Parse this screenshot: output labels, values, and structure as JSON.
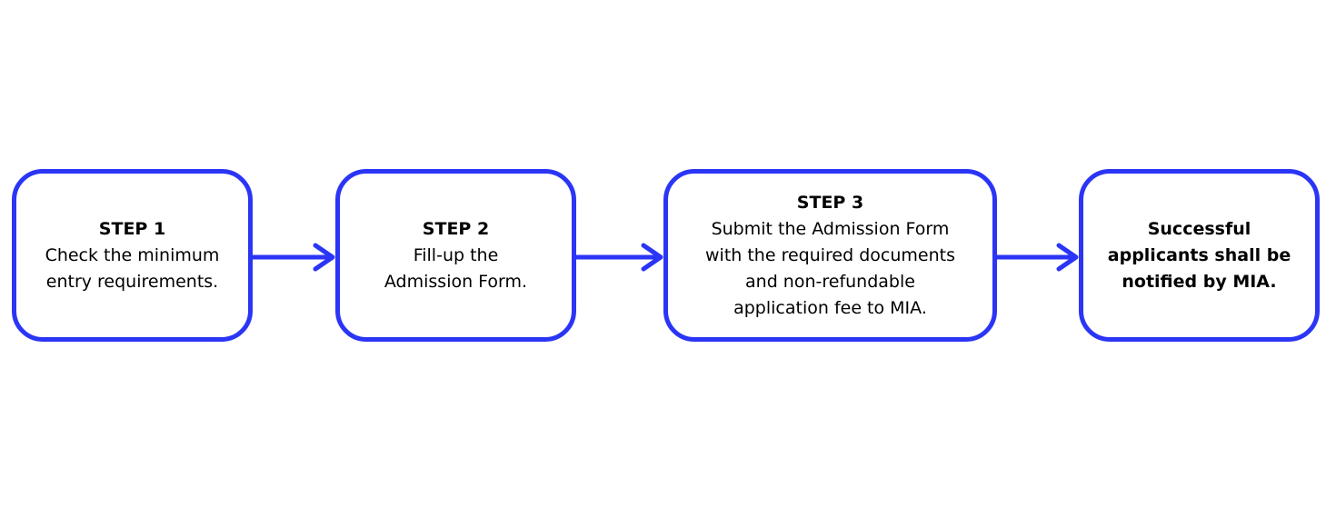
{
  "steps": [
    {
      "title": "STEP 1",
      "text": "Check the minimum\nentry requirements."
    },
    {
      "title": "STEP 2",
      "text": "Fill-up the\nAdmission Form."
    },
    {
      "title": "STEP 3",
      "text": "Submit the Admission Form\nwith the required documents\nand non-refundable\napplication fee to MIA."
    },
    {
      "title": "",
      "text": "Successful\napplicants shall be\nnotified by MIA."
    }
  ],
  "colors": {
    "accent": "#2b35f5"
  }
}
